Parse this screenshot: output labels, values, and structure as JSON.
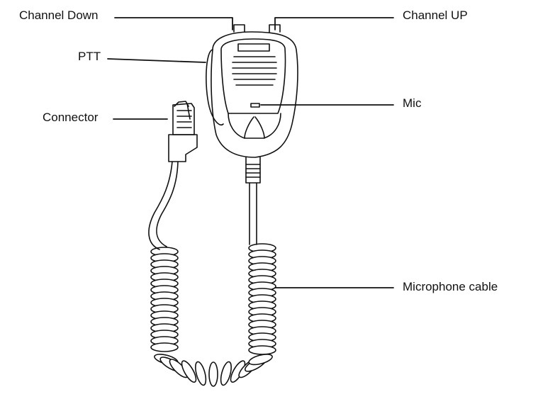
{
  "labels": {
    "channel_down": "Channel Down",
    "channel_up": "Channel UP",
    "ptt": "PTT",
    "connector": "Connector",
    "mic": "Mic",
    "microphone_cable": "Microphone cable"
  },
  "colors": {
    "line": "#111111",
    "background": "#ffffff"
  }
}
